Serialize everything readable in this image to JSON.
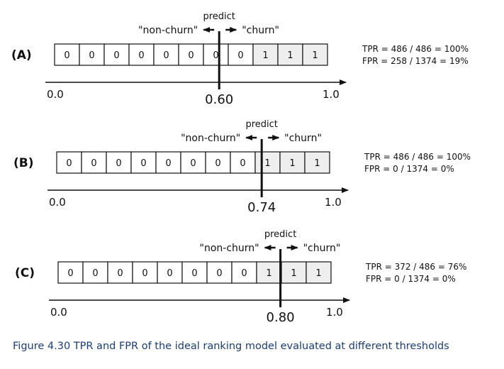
{
  "scale": {
    "min_label": "0.0",
    "max_label": "1.0"
  },
  "predict_label": "predict",
  "negative_label": "\"non-churn\"",
  "positive_label": "\"churn\"",
  "panels": [
    {
      "label": "(A)",
      "threshold": 0.6,
      "threshold_label": "0.60",
      "cells": [
        "0",
        "0",
        "0",
        "0",
        "0",
        "0",
        "0",
        "0",
        "1",
        "1",
        "1"
      ],
      "tpr": "TPR = 486 / 486 = 100%",
      "fpr": "FPR = 258 / 1374 = 19%"
    },
    {
      "label": "(B)",
      "threshold": 0.74,
      "threshold_label": "0.74",
      "cells": [
        "0",
        "0",
        "0",
        "0",
        "0",
        "0",
        "0",
        "0",
        "1",
        "1",
        "1"
      ],
      "tpr": "TPR = 486 / 486 = 100%",
      "fpr": "FPR =   0 / 1374 = 0%"
    },
    {
      "label": "(C)",
      "threshold": 0.8,
      "threshold_label": "0.80",
      "cells": [
        "0",
        "0",
        "0",
        "0",
        "0",
        "0",
        "0",
        "0",
        "1",
        "1",
        "1"
      ],
      "tpr": "TPR = 372 / 486 = 76%",
      "fpr": "FPR =   0 / 1374 = 0%"
    }
  ],
  "colors": {
    "positive_cell": "#eeeeee",
    "negative_cell": "#ffffff",
    "ink": "#111111",
    "caption": "#1a3d7c"
  },
  "caption": "Figure 4.30 TPR and FPR of the ideal ranking model evaluated at different thresholds"
}
